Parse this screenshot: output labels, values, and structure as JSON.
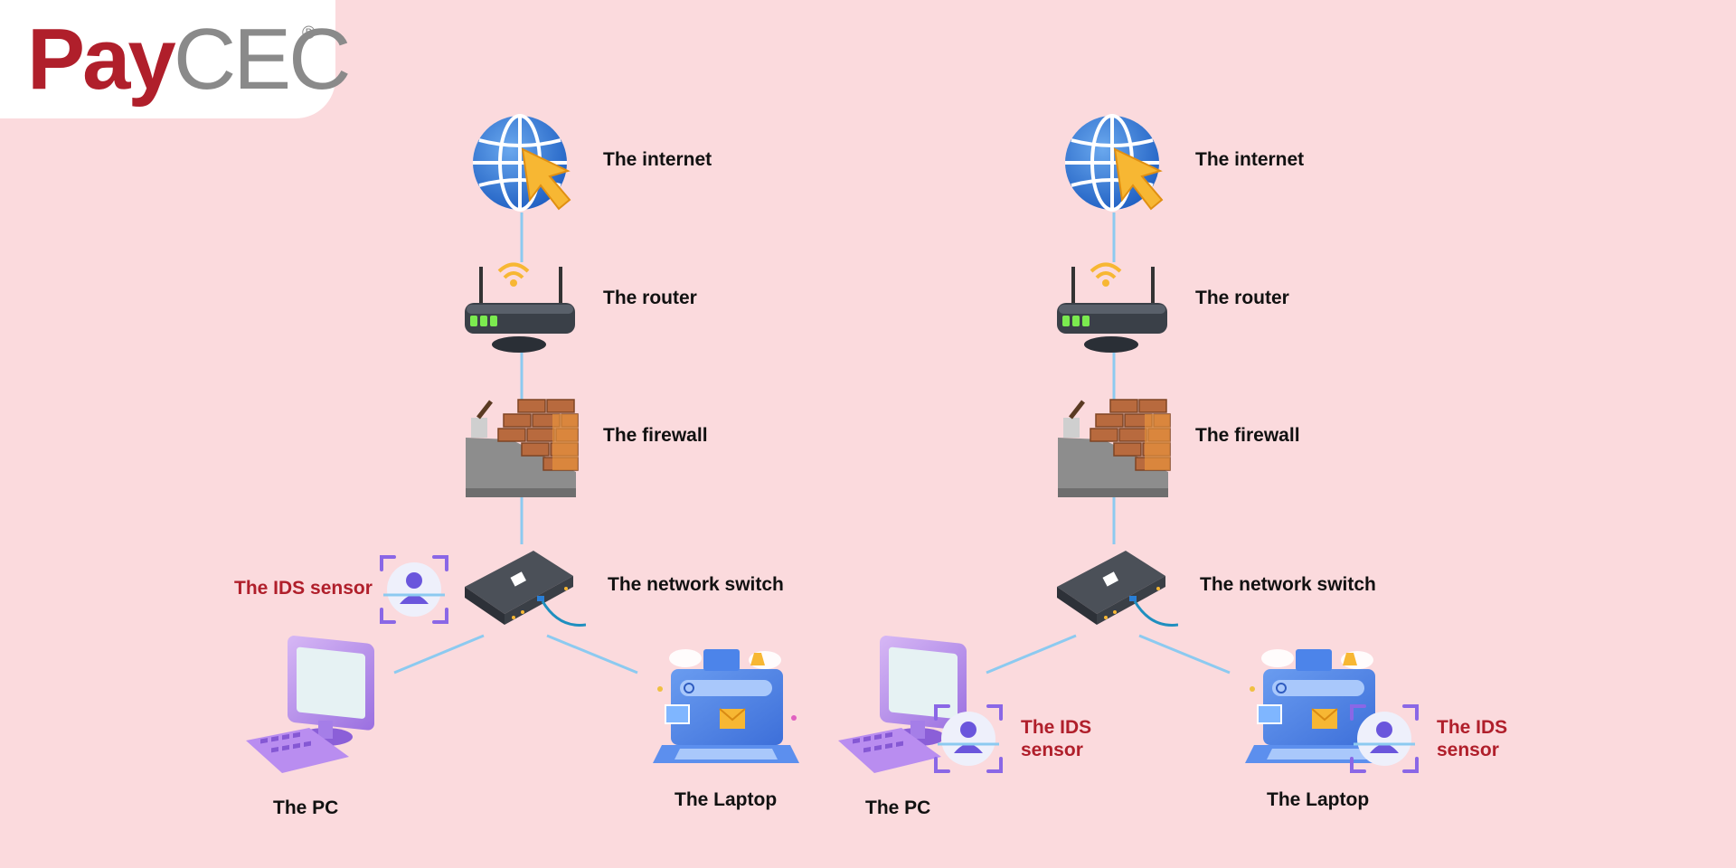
{
  "logo": {
    "part1": "Pay",
    "part2": "CEC",
    "reg": "®"
  },
  "colors": {
    "background": "#fbdadd",
    "brand_red": "#b01f2b",
    "brand_gray": "#8a8a8a",
    "link_line": "#8ccaf0",
    "ids_text": "#b01f2b"
  },
  "left": {
    "internet": "The internet",
    "router": "The router",
    "firewall": "The firewall",
    "switch": "The network switch",
    "ids": "The IDS sensor",
    "pc": "The PC",
    "laptop": "The Laptop"
  },
  "right": {
    "internet": "The internet",
    "router": "The router",
    "firewall": "The firewall",
    "switch": "The network switch",
    "pc": "The PC",
    "laptop": "The Laptop",
    "ids_pc_line1": "The IDS",
    "ids_pc_line2": "sensor",
    "ids_laptop_line1": "The IDS",
    "ids_laptop_line2": "sensor"
  }
}
